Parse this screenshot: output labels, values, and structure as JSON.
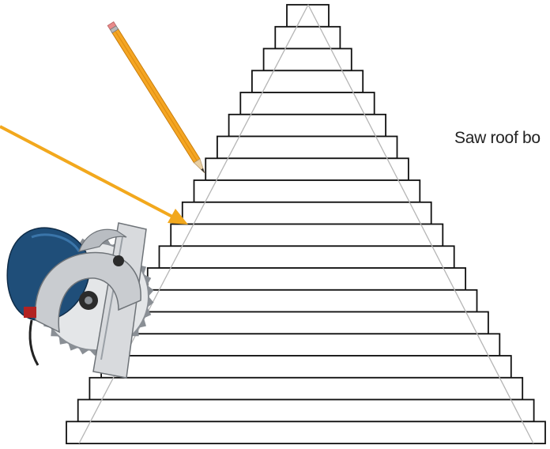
{
  "caption": "Saw roof bo",
  "colors": {
    "board_stroke": "#111111",
    "guide_line": "#b5b5b5",
    "arrow": "#f2a81d",
    "pencil_body": "#f5a623",
    "saw_body": "#1f4e79",
    "saw_metal": "#c9ccd0"
  },
  "diagram": {
    "board_rows": 20,
    "elements": [
      "stacked-roof-boards",
      "roof-pitch-guides",
      "pointer-arrow",
      "pencil",
      "circular-saw"
    ]
  }
}
